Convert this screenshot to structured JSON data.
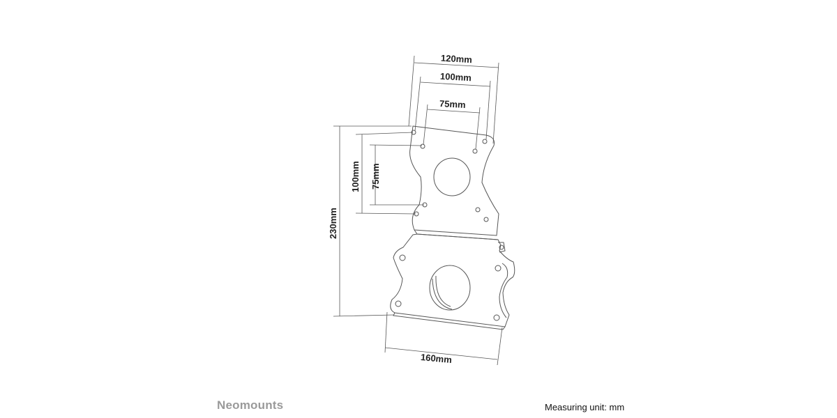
{
  "dimensions": {
    "width_120": "120mm",
    "width_100": "100mm",
    "width_75": "75mm",
    "height_100": "100mm",
    "height_75": "75mm",
    "height_230": "230mm",
    "width_160": "160mm"
  },
  "footer": {
    "brand": "Neomounts",
    "measuring_unit": "Measuring unit: mm"
  },
  "colors": {
    "line": "#555555",
    "text": "#222222",
    "brand": "#9a9a9a"
  }
}
